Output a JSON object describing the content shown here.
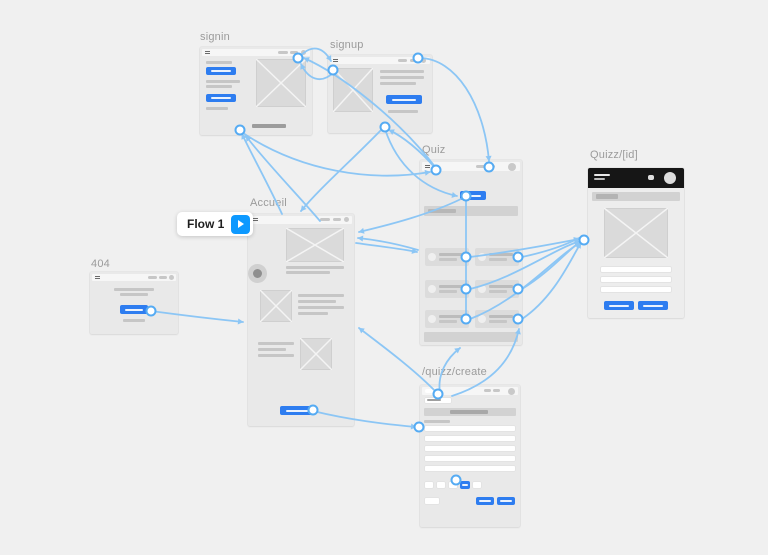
{
  "flow_badge": {
    "label": "Flow 1"
  },
  "frames": {
    "signin": {
      "label": "signin"
    },
    "signup": {
      "label": "signup"
    },
    "quiz": {
      "label": "Quiz"
    },
    "quizz_id": {
      "label": "Quizz/[id]"
    },
    "accueil": {
      "label": "Accueil"
    },
    "not_found": {
      "label": "404"
    },
    "quizz_create": {
      "label": "/quizz/create"
    }
  },
  "colors": {
    "canvas_bg": "#f0f0f0",
    "frame_bg": "#e9e9e9",
    "frame_label": "#9b9b9b",
    "accent": "#2e7df0",
    "flow_accent": "#0d99ff",
    "connector": "#8cc6f5",
    "node_stroke": "#55abf3",
    "placeholder": "#dadada",
    "dark_header": "#161616"
  }
}
